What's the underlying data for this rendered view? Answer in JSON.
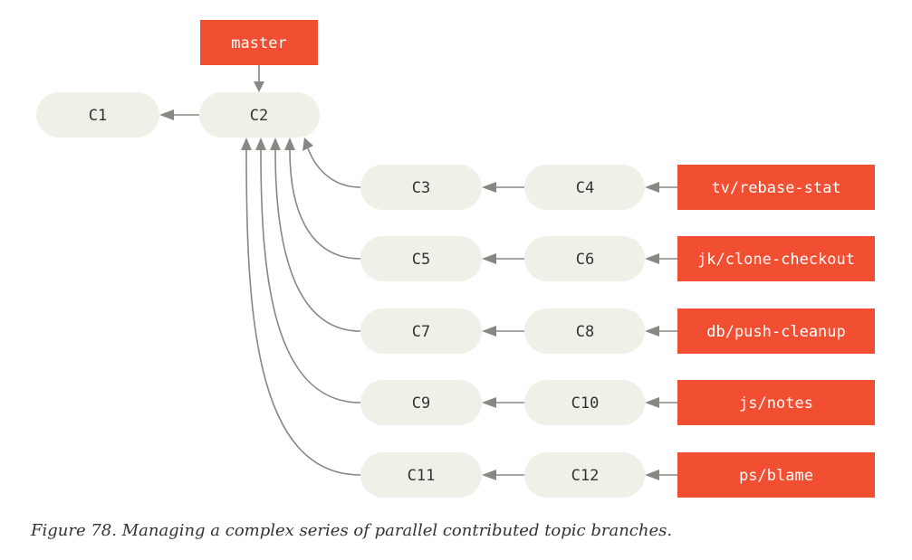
{
  "colors": {
    "commit_fill": "#f0efe8",
    "branch_fill": "#f14e32",
    "arrow": "#8a8782",
    "commit_text": "#333333",
    "branch_text": "#ffffff"
  },
  "commits": {
    "c1": "C1",
    "c2": "C2",
    "c3": "C3",
    "c4": "C4",
    "c5": "C5",
    "c6": "C6",
    "c7": "C7",
    "c8": "C8",
    "c9": "C9",
    "c10": "C10",
    "c11": "C11",
    "c12": "C12"
  },
  "branches": {
    "master": "master",
    "tv": "tv/rebase-stat",
    "jk": "jk/clone-checkout",
    "db": "db/push-cleanup",
    "js": "js/notes",
    "ps": "ps/blame"
  },
  "caption": "Figure 78. Managing a complex series of parallel contributed topic branches."
}
